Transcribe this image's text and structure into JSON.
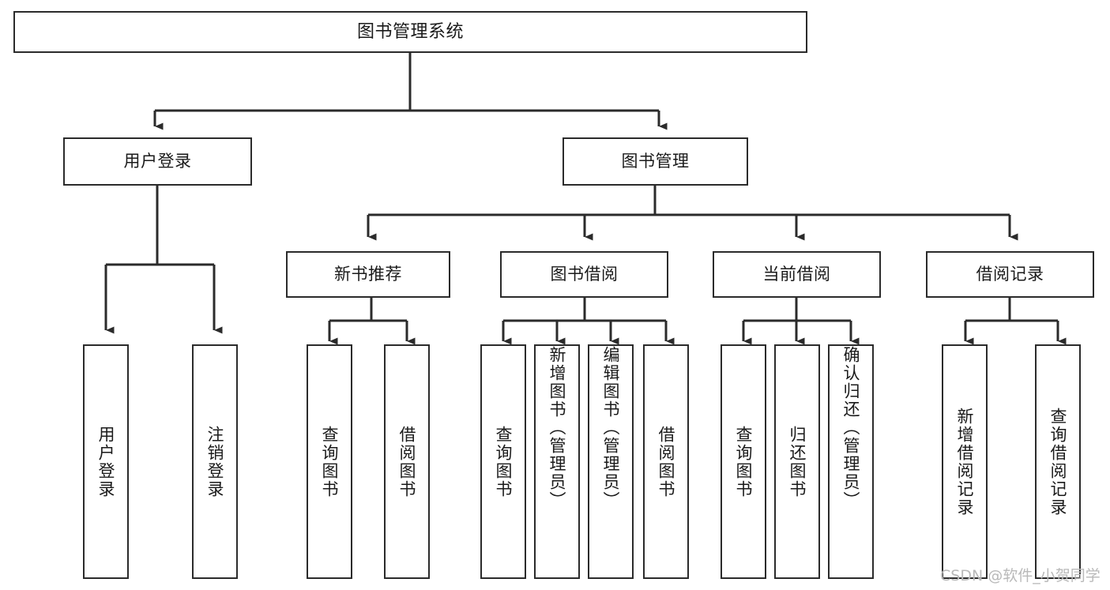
{
  "diagram": {
    "title": "图书管理系统",
    "type": "tree-hierarchy-chart",
    "colors": {
      "line": "#2b2b2b",
      "box_fill": "#ffffff",
      "text": "#1a1a1a",
      "watermark": "#b9b9b9",
      "background": "#ffffff"
    },
    "root": {
      "label": "图书管理系统"
    },
    "level1": [
      {
        "label": "用户登录"
      },
      {
        "label": "图书管理"
      }
    ],
    "level2": [
      {
        "label": "新书推荐"
      },
      {
        "label": "图书借阅"
      },
      {
        "label": "当前借阅"
      },
      {
        "label": "借阅记录"
      }
    ],
    "leaves": {
      "user_login": [
        {
          "label": "用户登录"
        },
        {
          "label": "注销登录"
        }
      ],
      "new_book_rec": [
        {
          "label": "查询图书"
        },
        {
          "label": "借阅图书"
        }
      ],
      "book_borrow": [
        {
          "label": "查询图书"
        },
        {
          "label": "新增图书（管理员）"
        },
        {
          "label": "编辑图书（管理员）"
        },
        {
          "label": "借阅图书"
        }
      ],
      "current_borrow": [
        {
          "label": "查询图书"
        },
        {
          "label": "归还图书"
        },
        {
          "label": "确认归还（管理员）"
        }
      ],
      "borrow_record": [
        {
          "label": "新增借阅记录"
        },
        {
          "label": "查询借阅记录"
        }
      ]
    }
  },
  "watermark": {
    "text": "CSDN @软件_小贺同学"
  }
}
